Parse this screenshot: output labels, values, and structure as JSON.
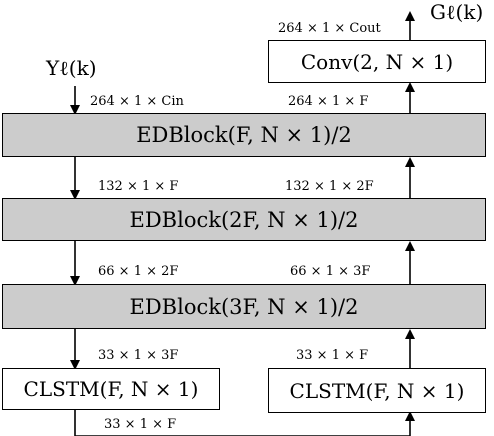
{
  "input_label": "Yℓ(k)",
  "output_label": "Gℓ(k)",
  "blocks": {
    "conv": "Conv(2, N × 1)",
    "edblock1": "EDBlock(F, N × 1)/2",
    "edblock2": "EDBlock(2F, N × 1)/2",
    "edblock3": "EDBlock(3F, N × 1)/2",
    "clstm_left": "CLSTM(F, N × 1)",
    "clstm_right": "CLSTM(F, N × 1)"
  },
  "dimension_labels": {
    "conv_out": "264 × 1 × Cout",
    "input_dim": "264 × 1 × Cin",
    "ed1_out_right": "264 × 1 × F",
    "ed1_to_ed2": "132 × 1 × F",
    "ed2_out_right": "132 × 1 × 2F",
    "ed2_to_ed3": "66 × 1 × 2F",
    "ed3_out_right": "66 × 1 × 3F",
    "ed3_to_clstm": "33 × 1 × 3F",
    "clstm_right_out": "33 × 1 × F",
    "clstm_link": "33 × 1 × F"
  }
}
